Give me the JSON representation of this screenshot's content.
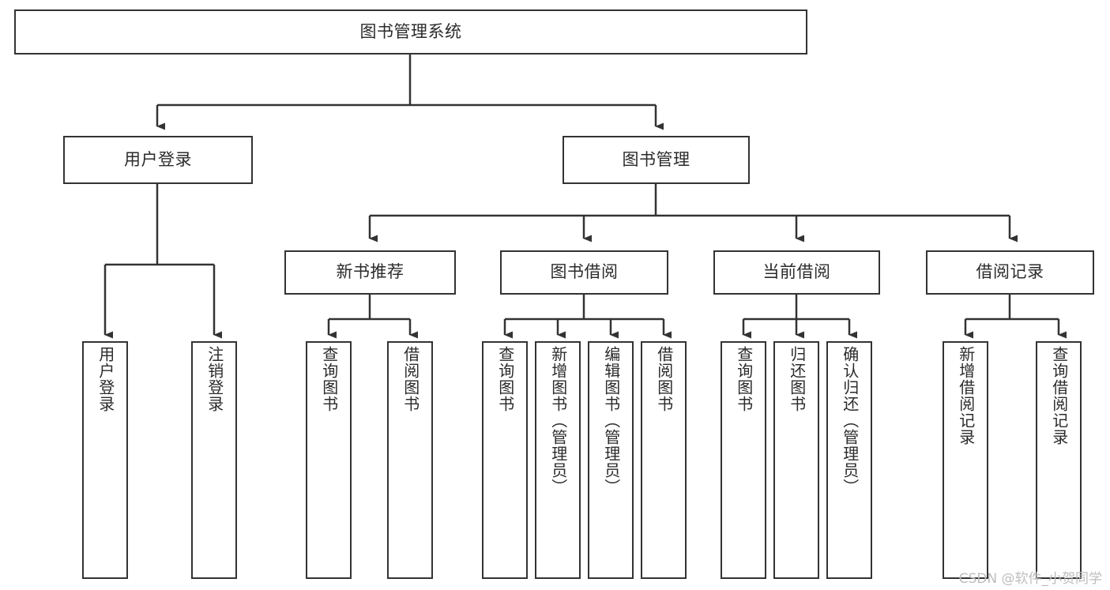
{
  "diagram": {
    "title_node": {
      "label": "图书管理系统"
    },
    "level2": [
      {
        "id": "user-login",
        "label": "用户登录"
      },
      {
        "id": "book-management",
        "label": "图书管理"
      }
    ],
    "level3": [
      {
        "id": "new-book-recommend",
        "label": "新书推荐"
      },
      {
        "id": "book-borrow",
        "label": "图书借阅"
      },
      {
        "id": "current-borrow",
        "label": "当前借阅"
      },
      {
        "id": "borrow-record",
        "label": "借阅记录"
      }
    ],
    "leaves": {
      "user_login": [
        {
          "id": "leaf-user-login",
          "label": "用户登录"
        },
        {
          "id": "leaf-logout-login",
          "label": "注销登录"
        }
      ],
      "new_book_recommend": [
        {
          "id": "leaf-query-book-1",
          "label": "查询图书"
        },
        {
          "id": "leaf-borrow-book-1",
          "label": "借阅图书"
        }
      ],
      "book_borrow": [
        {
          "id": "leaf-query-book-2",
          "label": "查询图书"
        },
        {
          "id": "leaf-add-book",
          "label": "新增图书（管理员）"
        },
        {
          "id": "leaf-edit-book",
          "label": "编辑图书（管理员）"
        },
        {
          "id": "leaf-borrow-book-2",
          "label": "借阅图书"
        }
      ],
      "current_borrow": [
        {
          "id": "leaf-query-book-3",
          "label": "查询图书"
        },
        {
          "id": "leaf-return-book",
          "label": "归还图书"
        },
        {
          "id": "leaf-confirm-return",
          "label": "确认归还（管理员）"
        }
      ],
      "borrow_record": [
        {
          "id": "leaf-add-borrow-record",
          "label": "新增借阅记录"
        },
        {
          "id": "leaf-query-borrow-record",
          "label": "查询借阅记录"
        }
      ]
    }
  },
  "watermark": {
    "text": "CSDN @软件_小贺同学"
  },
  "colors": {
    "stroke": "#333333",
    "text": "#2b2b2b",
    "background": "#ffffff",
    "watermark": "#bdbdbd"
  }
}
